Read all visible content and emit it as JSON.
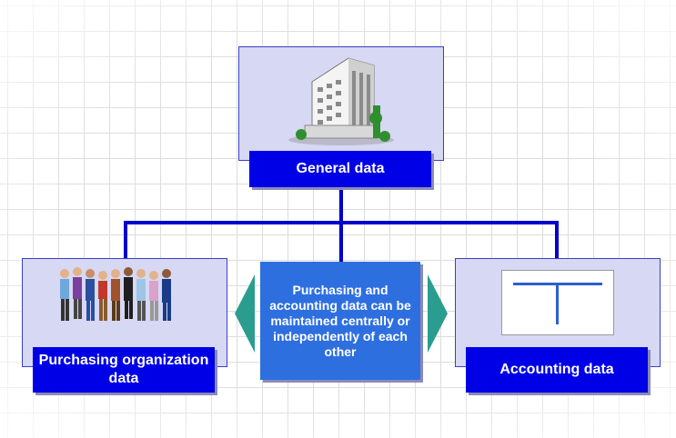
{
  "top_node": {
    "label": "General data",
    "icon": "office-building-icon"
  },
  "left_node": {
    "label": "Purchasing organization data",
    "icon": "people-group-icon"
  },
  "right_node": {
    "label": "Accounting data",
    "icon": "t-account-icon"
  },
  "center_note": {
    "text": "Purchasing and accounting data can be maintained centrally or independently of each other"
  },
  "colors": {
    "label_blue": "#0000e6",
    "note_blue": "#2e6fe0",
    "box_fill": "#d7d8f3",
    "arrow_teal": "#2a9d8f"
  }
}
